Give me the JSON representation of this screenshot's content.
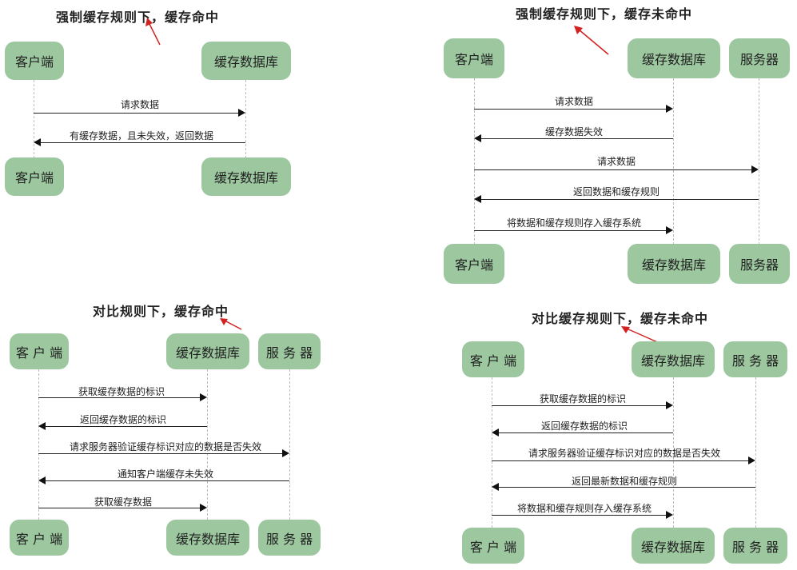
{
  "panels": [
    {
      "title": "强制缓存规则下，缓存命中",
      "nodes": {
        "client": "客户端",
        "cache": "缓存数据库"
      },
      "messages": [
        "请求数据",
        "有缓存数据，且未失效，返回数据"
      ]
    },
    {
      "title": "强制缓存规则下，缓存未命中",
      "nodes": {
        "client": "客户端",
        "cache": "缓存数据库",
        "server": "服务器"
      },
      "messages": [
        "请求数据",
        "缓存数据失效",
        "请求数据",
        "返回数据和缓存规则",
        "将数据和缓存规则存入缓存系统"
      ]
    },
    {
      "title": "对比规则下，缓存命中",
      "nodes": {
        "client": "客 户 端",
        "cache": "缓存数据库",
        "server": "服 务 器"
      },
      "messages": [
        "获取缓存数据的标识",
        "返回缓存数据的标识",
        "请求服务器验证缓存标识对应的数据是否失效",
        "通知客户端缓存未失效",
        "获取缓存数据"
      ]
    },
    {
      "title": "对比缓存规则下，缓存未命中",
      "nodes": {
        "client": "客 户 端",
        "cache": "缓存数据库",
        "server": "服 务 器"
      },
      "messages": [
        "获取缓存数据的标识",
        "返回缓存数据的标识",
        "请求服务器验证缓存标识对应的数据是否失效",
        "返回最新数据和缓存规则",
        "将数据和缓存规则存入缓存系统"
      ]
    }
  ],
  "colors": {
    "node_fill": "#9cc79f",
    "pointer_arrow": "#d32020",
    "message_arrow": "#111111"
  }
}
